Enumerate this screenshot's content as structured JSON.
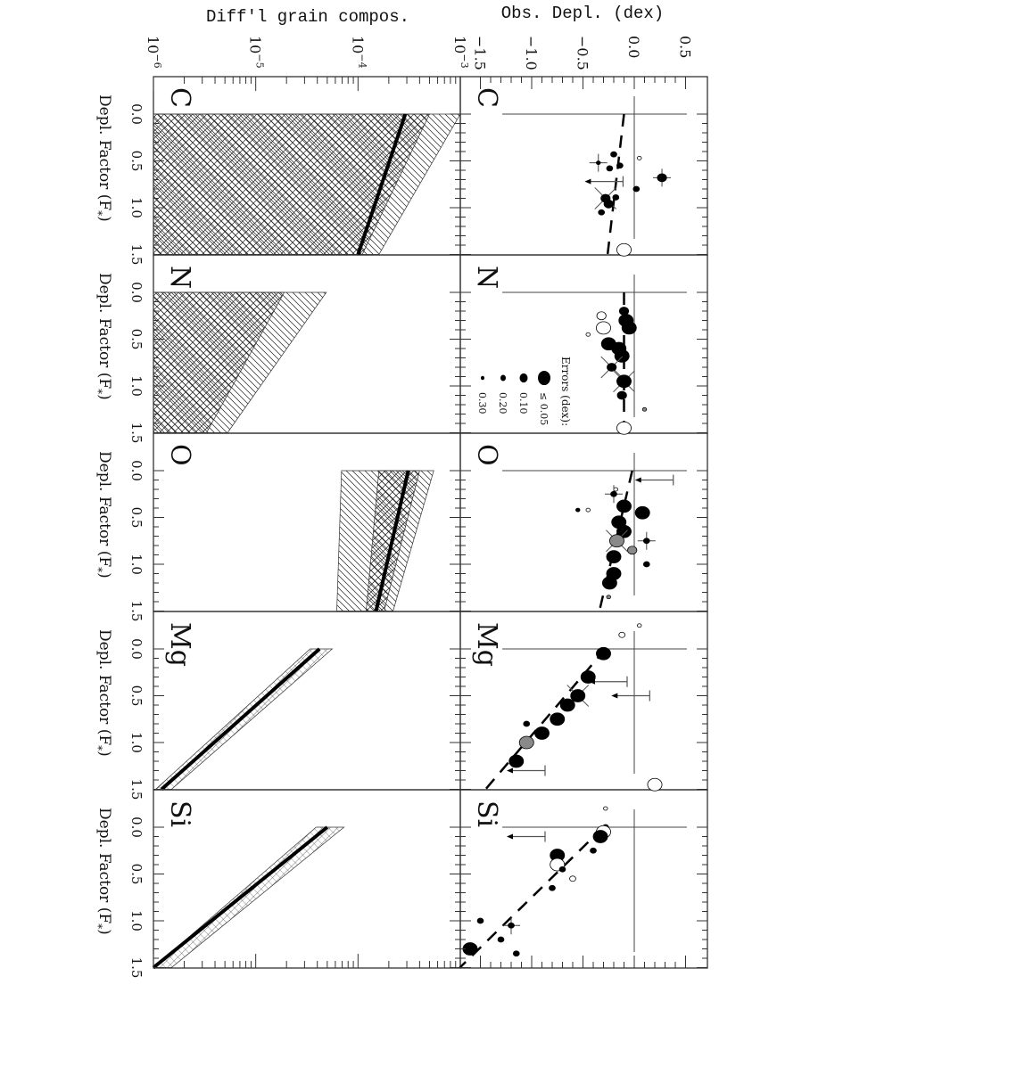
{
  "figure": {
    "orientation": "rotated-90-clockwise",
    "left_axis_title": "Diff'l grain compos.",
    "right_axis_title": "Obs. Depl. (dex)",
    "bottom_axis_title": "Depl. Factor (F",
    "bottom_axis_subscript": "*",
    "bottom_axis_close": ")",
    "grain_ticks": [
      {
        "label": "10",
        "exp": "−6",
        "value": 1e-06
      },
      {
        "label": "10",
        "exp": "−5",
        "value": 1e-05
      },
      {
        "label": "10",
        "exp": "−4",
        "value": 0.0001
      },
      {
        "label": "10",
        "exp": "−3",
        "value": 0.001
      }
    ],
    "depl_ticks": [
      "−1.5",
      "−1.0",
      "−0.5",
      "0.0",
      "0.5"
    ],
    "fstar_ticks": [
      "0.0",
      "0.5",
      "1.0",
      "1.5"
    ],
    "legend": {
      "title": "Errors (dex):",
      "items": [
        {
          "label": "≤ 0.05",
          "size": "large"
        },
        {
          "label": "0.10",
          "size": "medium"
        },
        {
          "label": "0.20",
          "size": "small"
        },
        {
          "label": "0.30",
          "size": "tiny"
        }
      ]
    }
  },
  "chart_data": {
    "type": "scatter",
    "title": "",
    "layout": "5 elements x 2 rows (rotated 90 deg): top row = observed depletions, bottom row = differential grain composition",
    "xlabel": "Depl. Factor (F*)",
    "xlim": [
      0.0,
      1.5
    ],
    "elements": [
      "C",
      "N",
      "O",
      "Mg",
      "Si"
    ],
    "panels": [
      {
        "element": "C",
        "depletion": {
          "ylabel": "Obs. Depl. (dex)",
          "ylim": [
            -1.5,
            0.5
          ],
          "fit_line": {
            "F0": -0.1,
            "F15": -0.26
          },
          "points": [
            {
              "F": 0.68,
              "depl": 0.27,
              "size": "medium",
              "filled": true,
              "err": true
            },
            {
              "F": 0.47,
              "depl": 0.05,
              "size": "tiny",
              "filled": false
            },
            {
              "F": 0.52,
              "depl": -0.35,
              "size": "tiny",
              "filled": true,
              "err": true
            },
            {
              "F": 0.43,
              "depl": -0.2,
              "size": "small",
              "filled": true
            },
            {
              "F": 0.58,
              "depl": -0.24,
              "size": "small",
              "filled": true
            },
            {
              "F": 0.55,
              "depl": -0.14,
              "size": "small",
              "filled": true
            },
            {
              "F": 0.72,
              "depl": -0.24,
              "size": "limit",
              "filled": true
            },
            {
              "F": 0.8,
              "depl": 0.02,
              "size": "small",
              "filled": true
            },
            {
              "F": 0.9,
              "depl": -0.28,
              "size": "medium",
              "filled": true,
              "cross": true
            },
            {
              "F": 0.89,
              "depl": -0.18,
              "size": "small",
              "filled": true
            },
            {
              "F": 0.96,
              "depl": -0.25,
              "size": "medium",
              "filled": true
            },
            {
              "F": 1.05,
              "depl": -0.32,
              "size": "small",
              "filled": true
            },
            {
              "F": 1.45,
              "depl": -0.1,
              "size": "large",
              "filled": false
            }
          ]
        },
        "grain": {
          "ylabel": "Diff'l grain compos.",
          "yscale": "log",
          "ylim": [
            1e-06,
            0.001
          ],
          "best_fit": {
            "F0": 0.00029,
            "F15": 0.0001
          },
          "inner_band": {
            "F0_hi": 0.0005,
            "F15_hi": 0.00011
          },
          "outer_band": {
            "F0_hi": 0.001,
            "F15_hi": 0.00016
          }
        }
      },
      {
        "element": "N",
        "depletion": {
          "ylabel": "Obs. Depl. (dex)",
          "ylim": [
            -1.5,
            0.5
          ],
          "fit_line": {
            "F0": -0.1,
            "F15": -0.1
          },
          "points": [
            {
              "F": 0.2,
              "depl": -0.1,
              "size": "medium",
              "filled": true
            },
            {
              "F": 0.3,
              "depl": -0.08,
              "size": "large",
              "filled": true
            },
            {
              "F": 0.38,
              "depl": -0.05,
              "size": "large",
              "filled": true
            },
            {
              "F": 0.25,
              "depl": -0.32,
              "size": "medium",
              "filled": false
            },
            {
              "F": 0.38,
              "depl": -0.3,
              "size": "large",
              "filled": false
            },
            {
              "F": 0.45,
              "depl": -0.45,
              "size": "tiny",
              "filled": false
            },
            {
              "F": 0.55,
              "depl": -0.25,
              "size": "large",
              "filled": true
            },
            {
              "F": 0.6,
              "depl": -0.15,
              "size": "large",
              "filled": true
            },
            {
              "F": 0.68,
              "depl": -0.12,
              "size": "large",
              "filled": true
            },
            {
              "F": 0.8,
              "depl": -0.22,
              "size": "medium",
              "filled": true,
              "cross": true
            },
            {
              "F": 0.95,
              "depl": -0.1,
              "size": "large",
              "filled": true,
              "cross": true
            },
            {
              "F": 1.1,
              "depl": -0.12,
              "size": "medium",
              "filled": true
            },
            {
              "F": 1.25,
              "depl": 0.1,
              "size": "tiny",
              "filled": true,
              "gray": true
            },
            {
              "F": 1.45,
              "depl": -0.1,
              "size": "large",
              "filled": false
            }
          ]
        },
        "grain": {
          "ylabel": "Diff'l grain compos.",
          "yscale": "log",
          "ylim": [
            1e-06,
            0.001
          ],
          "inner_band": {
            "F0_hi": 1.9e-05,
            "F15_hi": 3.3e-06
          },
          "outer_band": {
            "F0_hi": 4.9e-05,
            "F15_hi": 5.3e-06
          }
        }
      },
      {
        "element": "O",
        "depletion": {
          "ylabel": "Obs. Depl. (dex)",
          "ylim": [
            -1.5,
            0.5
          ],
          "fit_line": {
            "F0": -0.02,
            "F15": -0.34
          },
          "points": [
            {
              "F": 0.1,
              "depl": 0.25,
              "size": "limit",
              "filled": true
            },
            {
              "F": 0.2,
              "depl": -0.18,
              "size": "tiny",
              "filled": false
            },
            {
              "F": 0.25,
              "depl": -0.2,
              "size": "small",
              "filled": true,
              "err": true
            },
            {
              "F": 0.38,
              "depl": -0.1,
              "size": "large",
              "filled": true
            },
            {
              "F": 0.42,
              "depl": -0.55,
              "size": "tiny",
              "filled": true
            },
            {
              "F": 0.42,
              "depl": -0.45,
              "size": "tiny",
              "filled": false
            },
            {
              "F": 0.45,
              "depl": 0.08,
              "size": "large",
              "filled": true
            },
            {
              "F": 0.55,
              "depl": -0.15,
              "size": "large",
              "filled": true
            },
            {
              "F": 0.65,
              "depl": -0.1,
              "size": "large",
              "filled": true
            },
            {
              "F": 0.75,
              "depl": -0.17,
              "size": "large",
              "filled": true,
              "gray": true,
              "cross": true
            },
            {
              "F": 0.75,
              "depl": 0.12,
              "size": "small",
              "filled": true,
              "err": true
            },
            {
              "F": 0.85,
              "depl": -0.02,
              "size": "medium",
              "filled": true,
              "gray": true
            },
            {
              "F": 0.92,
              "depl": -0.2,
              "size": "large",
              "filled": true
            },
            {
              "F": 1.0,
              "depl": 0.12,
              "size": "small",
              "filled": true
            },
            {
              "F": 1.1,
              "depl": -0.2,
              "size": "large",
              "filled": true
            },
            {
              "F": 1.2,
              "depl": -0.24,
              "size": "large",
              "filled": true
            },
            {
              "F": 1.35,
              "depl": -0.25,
              "size": "tiny",
              "filled": true,
              "gray": true
            }
          ]
        },
        "grain": {
          "ylabel": "Diff'l grain compos.",
          "yscale": "log",
          "ylim": [
            1e-06,
            0.001
          ],
          "best_fit": {
            "F0": 0.00031,
            "F15": 0.00015
          },
          "inner_band": {
            "F0_lo": 0.00016,
            "F0_hi": 0.0004,
            "F15_lo": 0.00012,
            "F15_hi": 0.00018
          },
          "outer_band": {
            "F0_lo": 6.9e-05,
            "F0_hi": 0.00055,
            "F15_lo": 6.2e-05,
            "F15_hi": 0.00022
          }
        }
      },
      {
        "element": "Mg",
        "depletion": {
          "ylabel": "Obs. Depl. (dex)",
          "ylim": [
            -1.5,
            0.5
          ],
          "fit_line": {
            "F0": -0.28,
            "F15": -1.45
          },
          "points": [
            {
              "F": -0.25,
              "depl": 0.05,
              "size": "tiny",
              "filled": false
            },
            {
              "F": -0.15,
              "depl": -0.12,
              "size": "small",
              "filled": false
            },
            {
              "F": 0.05,
              "depl": -0.3,
              "size": "large",
              "filled": true
            },
            {
              "F": 0.3,
              "depl": -0.45,
              "size": "large",
              "filled": true
            },
            {
              "F": 0.35,
              "depl": -0.2,
              "size": "limit",
              "filled": true
            },
            {
              "F": 0.5,
              "depl": -0.55,
              "size": "large",
              "filled": true,
              "cross": true
            },
            {
              "F": 0.5,
              "depl": 0.02,
              "size": "limit",
              "filled": true
            },
            {
              "F": 0.6,
              "depl": -0.65,
              "size": "large",
              "filled": true
            },
            {
              "F": 0.75,
              "depl": -0.75,
              "size": "large",
              "filled": true
            },
            {
              "F": 0.8,
              "depl": -1.05,
              "size": "small",
              "filled": true
            },
            {
              "F": 0.9,
              "depl": -0.9,
              "size": "large",
              "filled": true
            },
            {
              "F": 1.0,
              "depl": -1.05,
              "size": "large",
              "filled": true,
              "gray": true
            },
            {
              "F": 1.2,
              "depl": -1.15,
              "size": "large",
              "filled": true
            },
            {
              "F": 1.3,
              "depl": -1.0,
              "size": "limit",
              "filled": true
            },
            {
              "F": 1.45,
              "depl": 0.2,
              "size": "large",
              "filled": false
            }
          ]
        },
        "grain": {
          "ylabel": "Diff'l grain compos.",
          "yscale": "log",
          "ylim": [
            1e-06,
            0.001
          ],
          "best_fit": {
            "F0": 4.2e-05,
            "F15": 1.2e-06
          },
          "inner_band": {
            "F0_lo": 3.4e-05,
            "F0_hi": 5.6e-05,
            "F15_lo": 1.05e-06,
            "F15_hi": 1.5e-06
          }
        }
      },
      {
        "element": "Si",
        "depletion": {
          "ylabel": "Obs. Depl. (dex)",
          "ylim": [
            -1.5,
            0.5
          ],
          "fit_line": {
            "F0": -0.3,
            "F15": -1.7
          },
          "points": [
            {
              "F": -0.2,
              "depl": -0.28,
              "size": "tiny",
              "filled": false
            },
            {
              "F": 0.0,
              "depl": -0.28,
              "size": "small",
              "filled": true
            },
            {
              "F": 0.05,
              "depl": -0.3,
              "size": "large",
              "filled": false
            },
            {
              "F": 0.1,
              "depl": -0.33,
              "size": "large",
              "filled": true
            },
            {
              "F": 0.1,
              "depl": -1.0,
              "size": "limit",
              "filled": true
            },
            {
              "F": 0.25,
              "depl": -0.4,
              "size": "small",
              "filled": true
            },
            {
              "F": 0.3,
              "depl": -0.75,
              "size": "large",
              "filled": true
            },
            {
              "F": 0.4,
              "depl": -0.75,
              "size": "large",
              "filled": false
            },
            {
              "F": 0.45,
              "depl": -0.7,
              "size": "small",
              "filled": true
            },
            {
              "F": 0.55,
              "depl": -0.6,
              "size": "small",
              "filled": false
            },
            {
              "F": 0.65,
              "depl": -0.8,
              "size": "small",
              "filled": true
            },
            {
              "F": 1.05,
              "depl": -1.2,
              "size": "small",
              "filled": true,
              "err": true
            },
            {
              "F": 1.0,
              "depl": -1.5,
              "size": "small",
              "filled": true
            },
            {
              "F": 1.2,
              "depl": -1.3,
              "size": "small",
              "filled": true
            },
            {
              "F": 1.35,
              "depl": -1.15,
              "size": "small",
              "filled": true
            },
            {
              "F": 1.3,
              "depl": -1.6,
              "size": "large",
              "filled": true
            }
          ]
        },
        "grain": {
          "ylabel": "Diff'l grain compos.",
          "yscale": "log",
          "ylim": [
            1e-06,
            0.001
          ],
          "best_fit": {
            "F0": 5e-05,
            "F15": 1e-06
          },
          "inner_band": {
            "F0_lo": 3.9e-05,
            "F0_hi": 7.3e-05,
            "F15_lo": 1e-06,
            "F15_hi": 1.5e-06
          }
        }
      }
    ]
  }
}
